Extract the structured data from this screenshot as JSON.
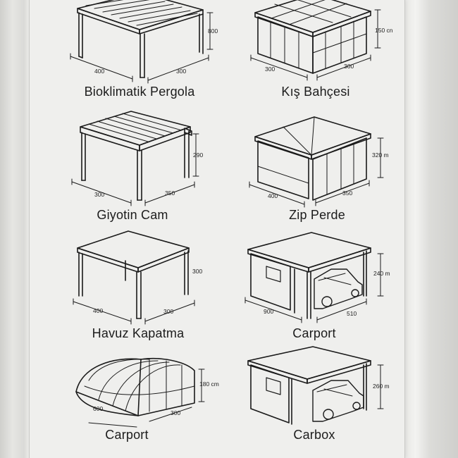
{
  "items": [
    {
      "name": "Bioklimatik Pergola",
      "dims": [
        "400",
        "300",
        "800"
      ]
    },
    {
      "name": "Kış Bahçesi",
      "dims": [
        "300",
        "300",
        "150 cn"
      ]
    },
    {
      "name": "Giyotin Cam",
      "dims": [
        "300",
        "350",
        "290"
      ]
    },
    {
      "name": "Zip Perde",
      "dims": [
        "400",
        "350",
        "320 m"
      ]
    },
    {
      "name": "Havuz Kapatma",
      "dims": [
        "400",
        "300",
        "300"
      ]
    },
    {
      "name": "Carport",
      "dims": [
        "900",
        "510",
        "240 m"
      ]
    },
    {
      "name": "Carport",
      "dims": [
        "600",
        "300",
        "180 cm"
      ]
    },
    {
      "name": "Carbox",
      "dims": [
        "260 m"
      ]
    }
  ]
}
